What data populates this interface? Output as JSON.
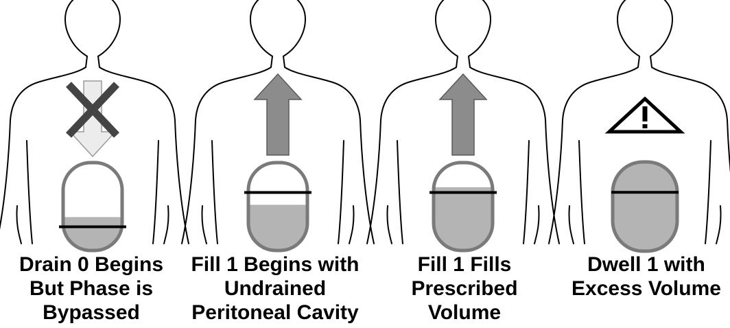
{
  "colors": {
    "outline": "#000000",
    "fluid": "#b4b4b4",
    "cavity_border": "#7a7a7a",
    "arrow_fill": "#8c8c8c",
    "arrow_light": "#ececec",
    "cross": "#444444"
  },
  "panels": [
    {
      "caption": [
        "Drain 0 Begins",
        "But Phase is",
        "Bypassed"
      ],
      "arrow": "down-light",
      "overlay": "cross-icon",
      "fluid_fraction": 0.38,
      "reference_line_fraction": 0.27
    },
    {
      "caption": [
        "Fill 1 Begins with",
        "Undrained",
        "Peritoneal Cavity"
      ],
      "arrow": "up-dark",
      "overlay": "",
      "fluid_fraction": 0.52,
      "reference_line_fraction": 0.66
    },
    {
      "caption": [
        "Fill 1 Fills",
        "Prescribed",
        "Volume"
      ],
      "arrow": "up-dark",
      "overlay": "",
      "fluid_fraction": 0.72,
      "reference_line_fraction": 0.66
    },
    {
      "caption": [
        "Dwell 1 with",
        "Excess Volume"
      ],
      "arrow": "none",
      "overlay": "warning-icon",
      "fluid_fraction": 1.0,
      "reference_line_fraction": 0.66
    }
  ]
}
